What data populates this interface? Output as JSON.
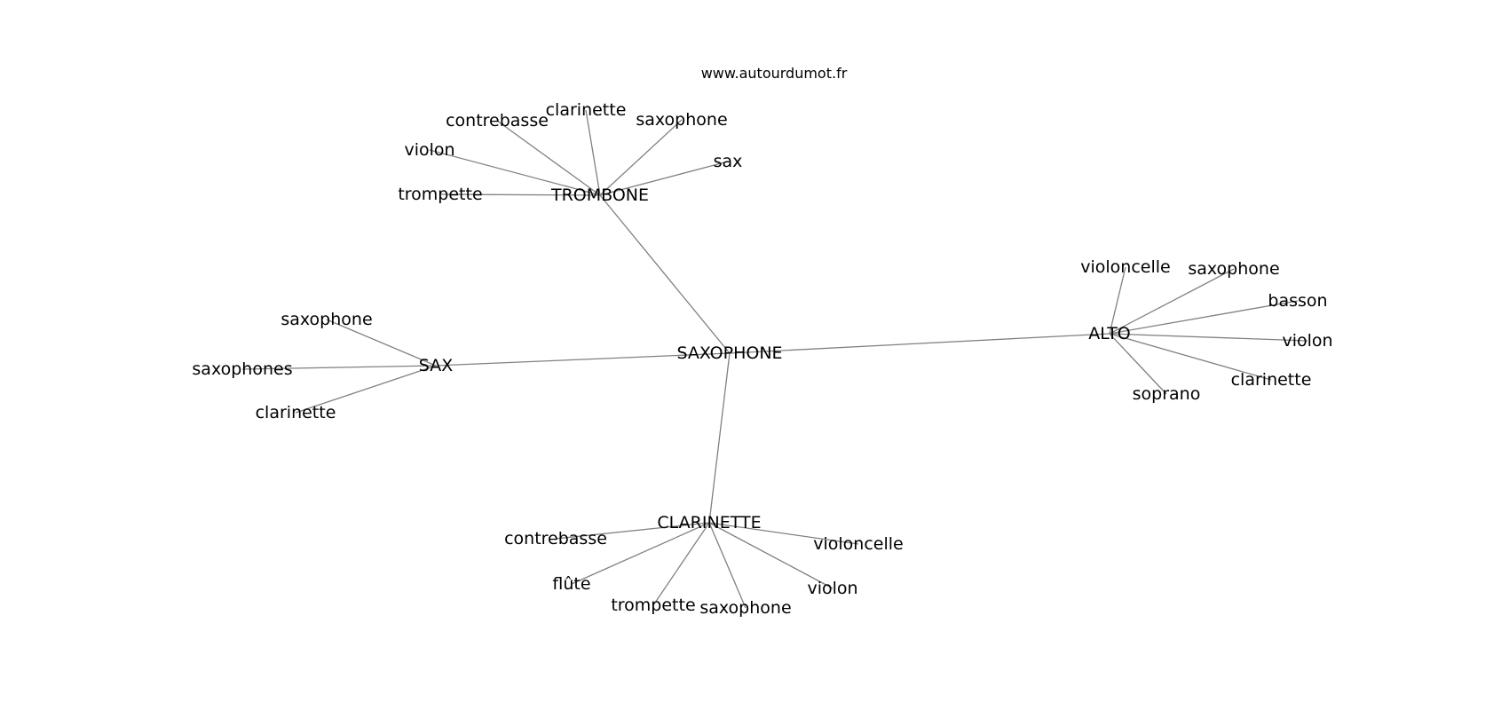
{
  "source": "www.autourdumot.fr",
  "center": "SAXOPHONE",
  "hubs": [
    {
      "label": "TROMBONE",
      "leaves": [
        "clarinette",
        "contrebasse",
        "saxophone",
        "violon",
        "sax",
        "trompette"
      ]
    },
    {
      "label": "SAX",
      "leaves": [
        "saxophone",
        "saxophones",
        "clarinette"
      ]
    },
    {
      "label": "ALTO",
      "leaves": [
        "violoncelle",
        "saxophone",
        "basson",
        "violon",
        "clarinette",
        "soprano"
      ]
    },
    {
      "label": "CLARINETTE",
      "leaves": [
        "contrebasse",
        "violoncelle",
        "flûte",
        "violon",
        "trompette",
        "saxophone"
      ]
    }
  ]
}
